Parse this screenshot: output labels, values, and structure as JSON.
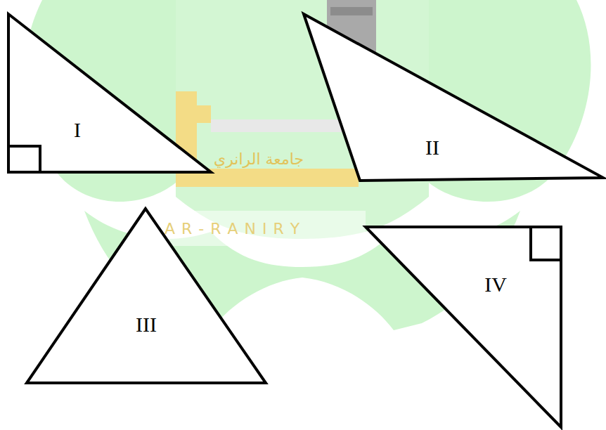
{
  "diagram": {
    "nodes": [
      {
        "text": [
          "I"
        ]
      },
      {
        "text": [
          "II"
        ]
      },
      {
        "text": [
          "III"
        ]
      },
      {
        "text": [
          "IV"
        ]
      }
    ],
    "labels": [
      "جامعة الرانري",
      "A R - R A N I R Y"
    ]
  }
}
